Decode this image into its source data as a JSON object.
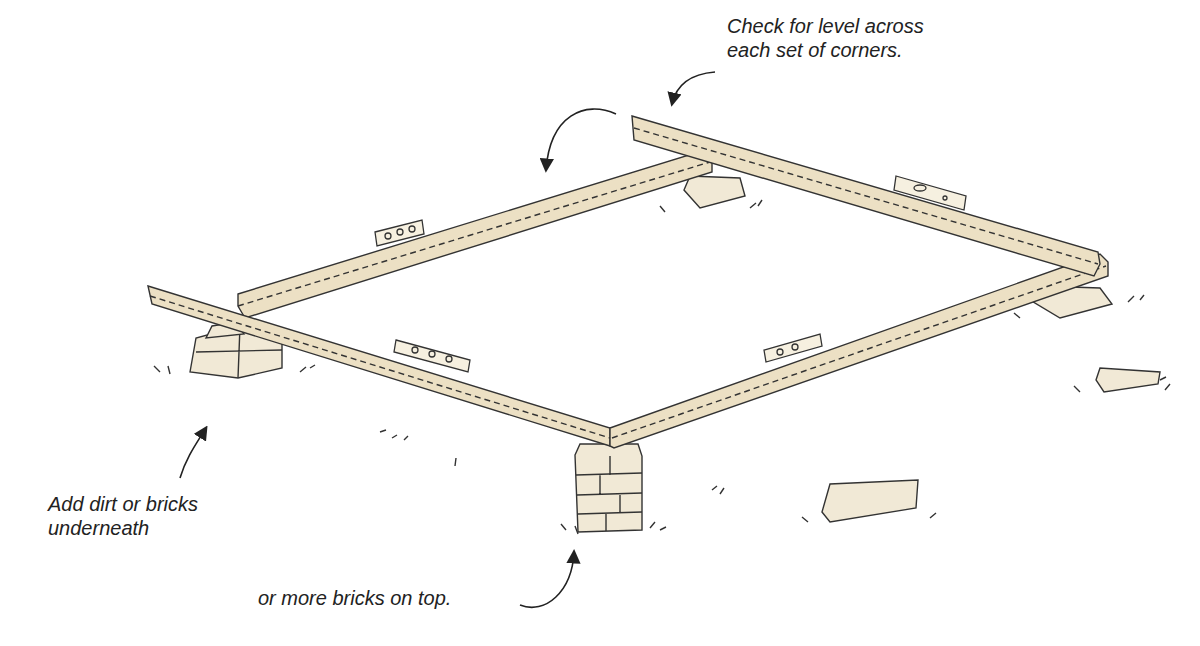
{
  "diagram": {
    "labels": [
      "Check for level across each set of corners.",
      "Add dirt or bricks underneath",
      "or more bricks on top."
    ]
  }
}
